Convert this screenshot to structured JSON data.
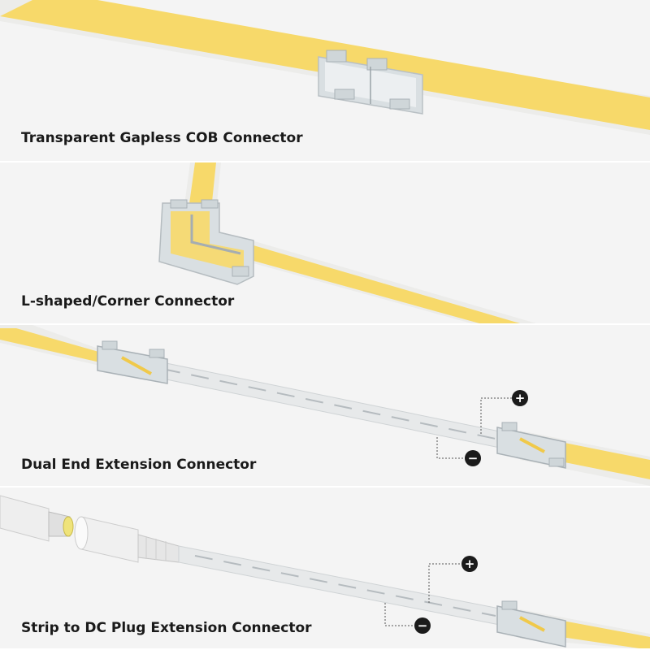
{
  "panels": [
    {
      "caption": "Transparent Gapless COB Connector"
    },
    {
      "caption": "L-shaped/Corner Connector"
    },
    {
      "caption": "Dual End Extension Connector",
      "plus": "+",
      "minus": "−"
    },
    {
      "caption": "Strip to DC Plug Extension Connector",
      "plus": "+",
      "minus": "−"
    }
  ],
  "colors": {
    "background": "#f4f4f4",
    "separator": "#ffffff",
    "strip_yellow": "#f7d96a",
    "strip_edge": "#ededeb",
    "connector": "#d7dde0",
    "cable": "#e9eaeb",
    "badge": "#1b1b1b"
  }
}
